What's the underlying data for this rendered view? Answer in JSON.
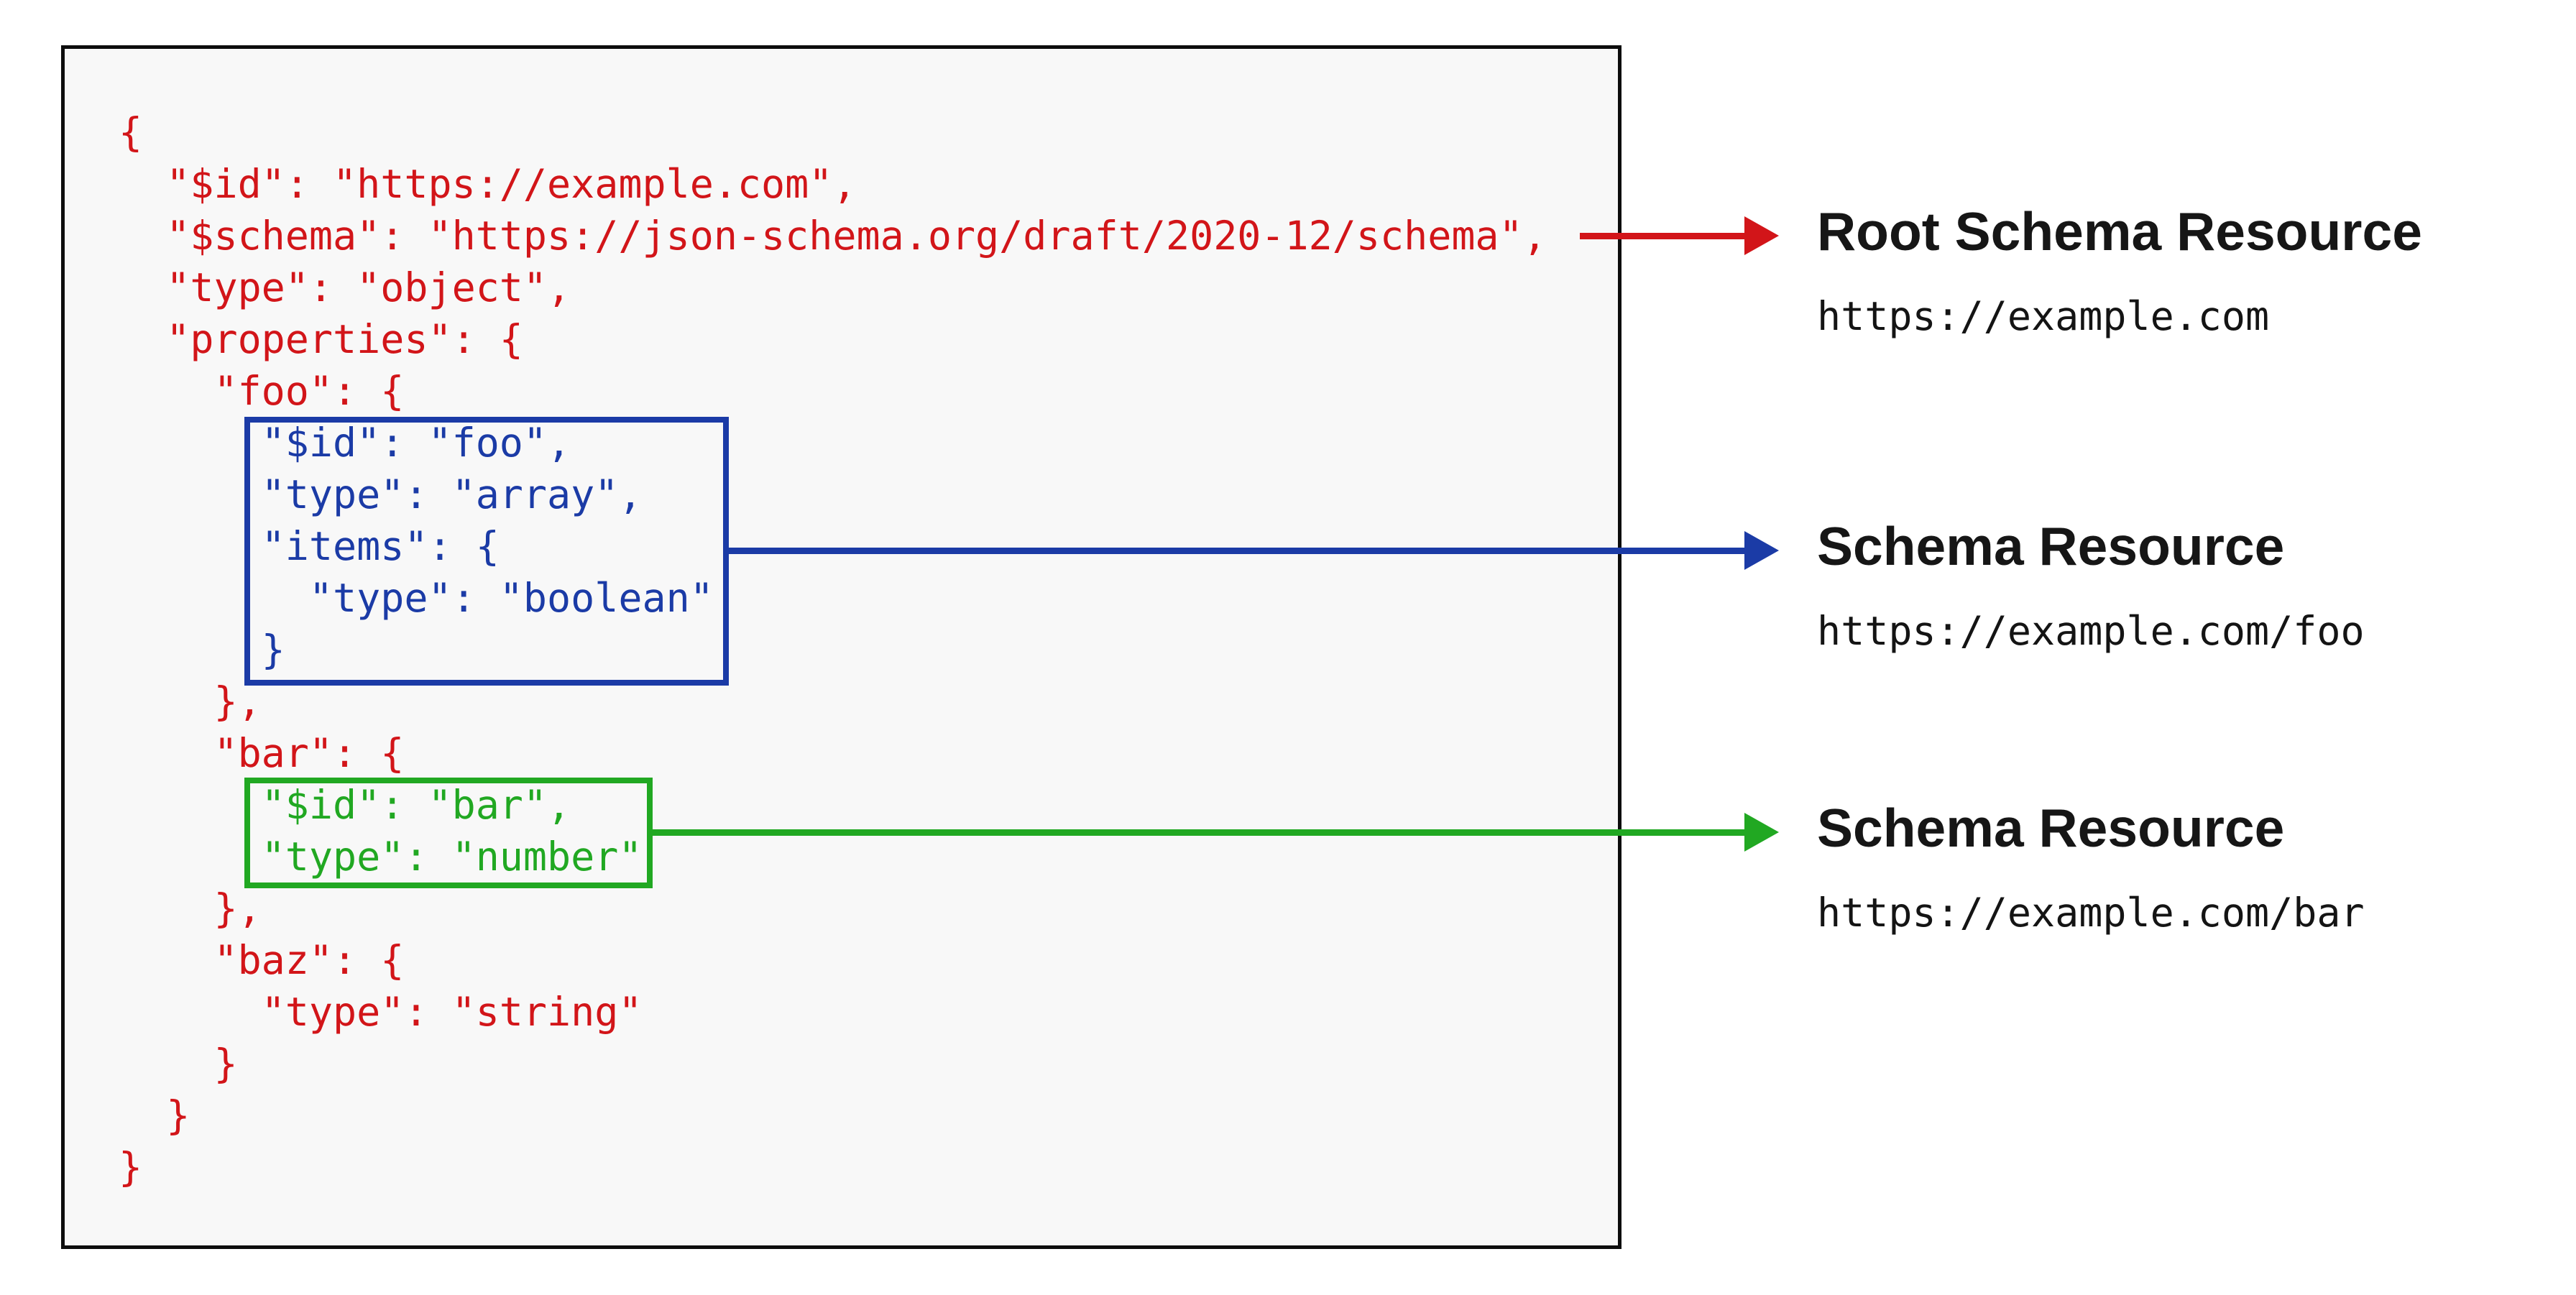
{
  "colors": {
    "red": "#d21519",
    "blue": "#1b3ba6",
    "green": "#21a822",
    "black": "#0d0d0d",
    "box_background": "#f8f8f8"
  },
  "code": {
    "lines": [
      {
        "text": "{",
        "color": "red"
      },
      {
        "text": "  \"$id\": \"https://example.com\",",
        "color": "red"
      },
      {
        "text": "  \"$schema\": \"https://json-schema.org/draft/2020-12/schema\",",
        "color": "red"
      },
      {
        "text": "  \"type\": \"object\",",
        "color": "red"
      },
      {
        "text": "  \"properties\": {",
        "color": "red"
      },
      {
        "text": "    \"foo\": {",
        "color": "red"
      },
      {
        "text": "      \"$id\": \"foo\",",
        "color": "blue"
      },
      {
        "text": "      \"type\": \"array\",",
        "color": "blue"
      },
      {
        "text": "      \"items\": {",
        "color": "blue"
      },
      {
        "text": "        \"type\": \"boolean\"",
        "color": "blue"
      },
      {
        "text": "      }",
        "color": "blue"
      },
      {
        "text": "    },",
        "color": "red"
      },
      {
        "text": "    \"bar\": {",
        "color": "red"
      },
      {
        "text": "      \"$id\": \"bar\",",
        "color": "green"
      },
      {
        "text": "      \"type\": \"number\"",
        "color": "green"
      },
      {
        "text": "    },",
        "color": "red"
      },
      {
        "text": "    \"baz\": {",
        "color": "red"
      },
      {
        "text": "      \"type\": \"string\"",
        "color": "red"
      },
      {
        "text": "    }",
        "color": "red"
      },
      {
        "text": "  }",
        "color": "red"
      },
      {
        "text": "}",
        "color": "red"
      }
    ]
  },
  "annotations": [
    {
      "title": "Root Schema Resource",
      "url": "https://example.com",
      "arrow": "red"
    },
    {
      "title": "Schema Resource",
      "url": "https://example.com/foo",
      "arrow": "blue"
    },
    {
      "title": "Schema Resource",
      "url": "https://example.com/bar",
      "arrow": "green"
    }
  ]
}
